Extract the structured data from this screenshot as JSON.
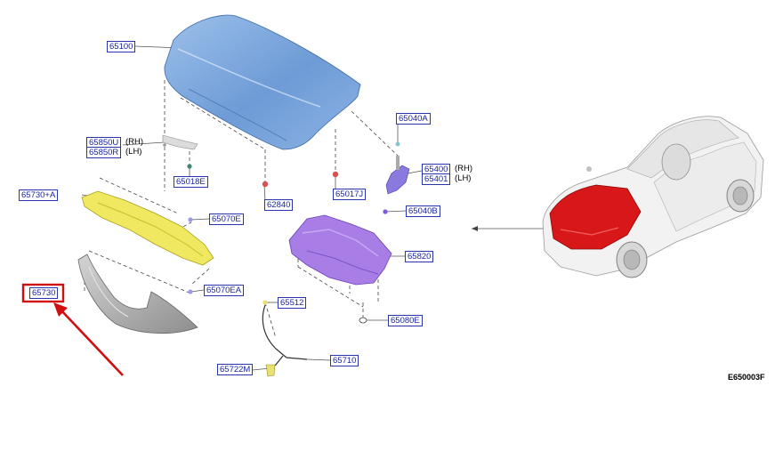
{
  "figure_id": "E650003F",
  "colors": {
    "hood": "#6f9ed8",
    "bracket": "#efe860",
    "insulator": "#a87ee6",
    "highlight": "#d01010",
    "callout": "#2a35b0"
  },
  "callouts": {
    "hood": "65100",
    "hinge_rh": "65850U",
    "hinge_lh": "65850R",
    "clip": "65018E",
    "support": "65730+A",
    "bumper_a": "65070E",
    "bumper_b": "65070EA",
    "bumper_c": "62840",
    "stay_clip": "65017J",
    "lock": "65040A",
    "lock_rh": "65400",
    "lock_lh": "65401",
    "striker": "65040B",
    "insulator": "65820",
    "garnish": "65730",
    "cable_clip": "65512",
    "grommet": "65080E",
    "cable": "65710",
    "handle": "65722M"
  },
  "side": {
    "rh": "(RH)",
    "lh": "(LH)"
  }
}
